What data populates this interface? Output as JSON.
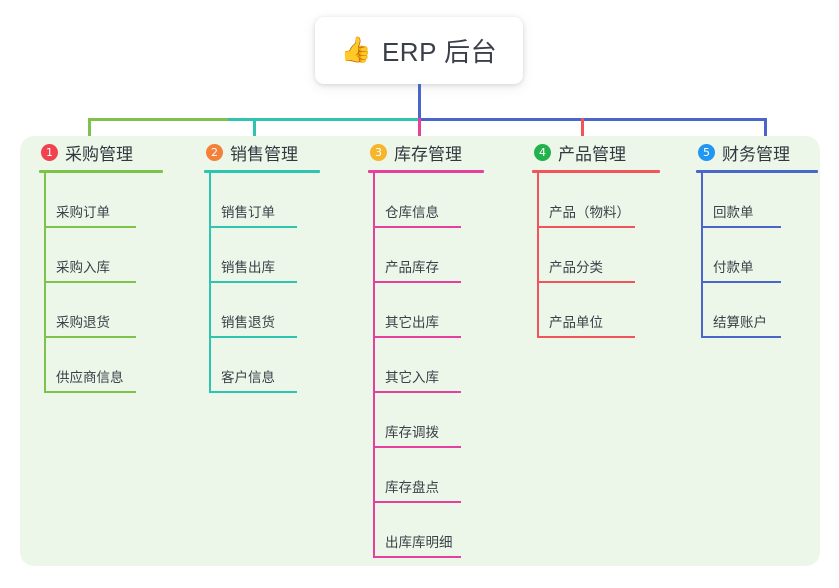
{
  "root": {
    "icon": "thumbs-up-icon",
    "icon_glyph": "👍",
    "title": "ERP 后台"
  },
  "panel": {
    "background": "#edf7e9"
  },
  "columns": [
    {
      "number": "1",
      "title": "采购管理",
      "badge_color": "#f0434f",
      "line_color": "#7dc24b",
      "items": [
        "采购订单",
        "采购入库",
        "采购退货",
        "供应商信息"
      ]
    },
    {
      "number": "2",
      "title": "销售管理",
      "badge_color": "#f4803a",
      "line_color": "#2ec4b0",
      "items": [
        "销售订单",
        "销售出库",
        "销售退货",
        "客户信息"
      ]
    },
    {
      "number": "3",
      "title": "库存管理",
      "badge_color": "#f6b52b",
      "line_color": "#e6409f",
      "items": [
        "仓库信息",
        "产品库存",
        "其它出库",
        "其它入库",
        "库存调拨",
        "库存盘点",
        "出库库明细"
      ]
    },
    {
      "number": "4",
      "title": "产品管理",
      "badge_color": "#22b24c",
      "line_color": "#f2545b",
      "items": [
        "产品（物料）",
        "产品分类",
        "产品单位"
      ]
    },
    {
      "number": "5",
      "title": "财务管理",
      "badge_color": "#2196f3",
      "line_color": "#4a66c8",
      "items": [
        "回款单",
        "付款单",
        "结算账户"
      ]
    }
  ],
  "connectors": {
    "stem_color": "#4a66c8",
    "segment_1_color": "#7dc24b",
    "segment_2_color": "#2ec4b0",
    "segment_3_color": "#4a66c8",
    "drop_1_color": "#7dc24b",
    "drop_2_color": "#2ec4b0",
    "drop_3_color": "#e6409f",
    "drop_4_color": "#f2545b",
    "drop_5_color": "#4a66c8"
  }
}
